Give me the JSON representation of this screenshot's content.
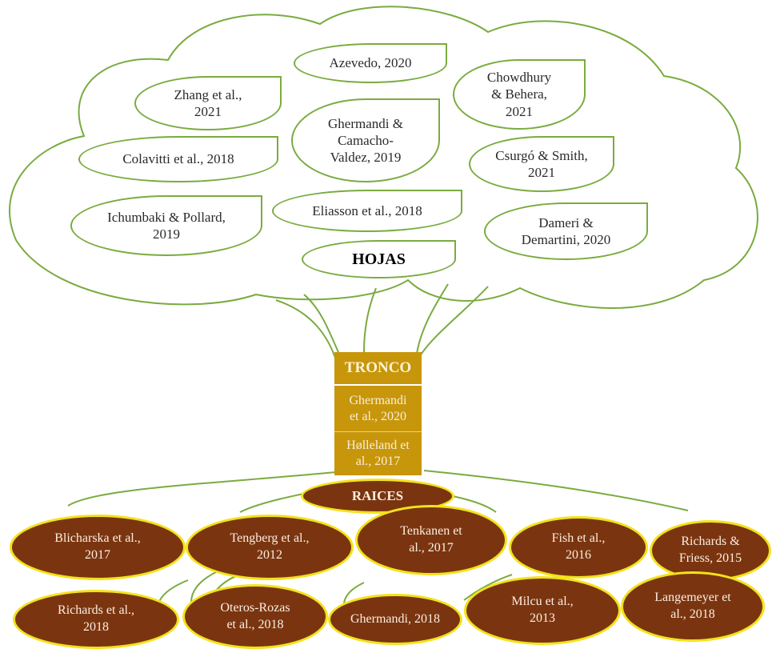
{
  "colors": {
    "leaf_border": "#7aab3f",
    "trunk_fill": "#c8960b",
    "root_fill": "#7a3510",
    "root_border": "#f3e21b"
  },
  "leaves": {
    "title": "HOJAS",
    "items": [
      "Azevedo, 2020",
      "Chowdhury\n& Behera,\n2021",
      "Zhang et al.,\n2021",
      "Ghermandi &\nCamacho-\nValdez, 2019",
      "Colavitti et al., 2018",
      "Csurgó & Smith,\n2021",
      "Eliasson et al., 2018",
      "Ichumbaki & Pollard,\n2019",
      "Dameri &\nDemartini, 2020"
    ]
  },
  "trunk": {
    "title": "TRONCO",
    "items": [
      "Ghermandi\net al., 2020",
      "Hølleland et\nal., 2017"
    ]
  },
  "roots": {
    "title": "RAICES",
    "items": [
      "Blicharska et al.,\n2017",
      "Tengberg et al.,\n2012",
      "Tenkanen et\nal., 2017",
      "Fish et al.,\n2016",
      "Richards &\nFriess, 2015",
      "Richards et al.,\n2018",
      "Oteros-Rozas\net al., 2018",
      "Ghermandi, 2018",
      "Milcu et al.,\n2013",
      "Langemeyer et\nal., 2018"
    ]
  }
}
